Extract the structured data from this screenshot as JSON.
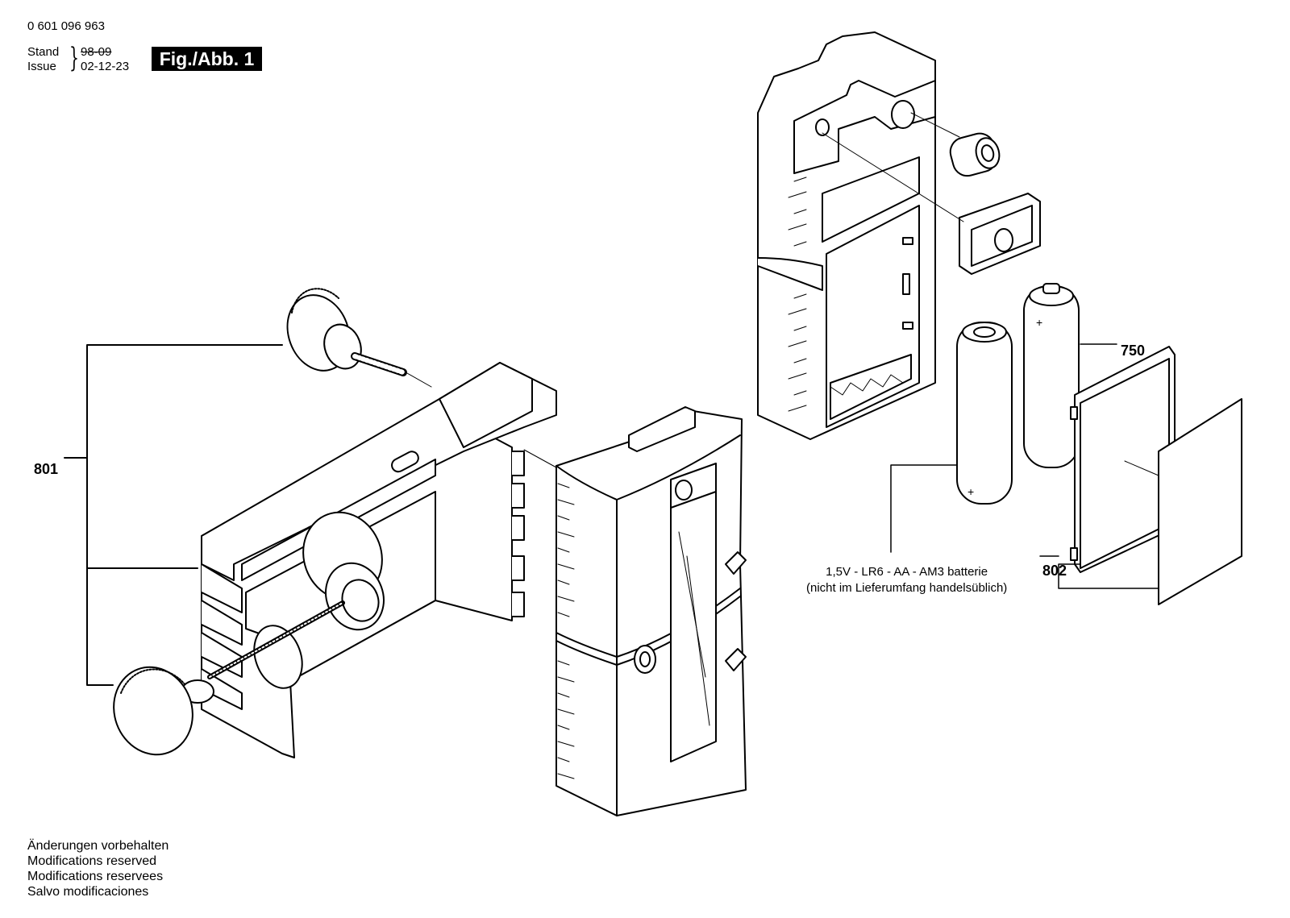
{
  "header": {
    "doc_number": "0 601 096 963",
    "stand_label": "Stand",
    "issue_label": "Issue",
    "old_date": "98-09",
    "issue_date": "02-12-23",
    "figure_label": "Fig./Abb. 1"
  },
  "parts": {
    "p801": "801",
    "p750": "750",
    "p802": "802"
  },
  "battery_note": {
    "line1": "1,5V - LR6 - AA - AM3 batterie",
    "line2": "(nicht im Lieferumfang handelsüblich)"
  },
  "footer": {
    "line1": "Änderungen vorbehalten",
    "line2": "Modifications reserved",
    "line3": "Modifications reservees",
    "line4": "Salvo modificaciones"
  },
  "colors": {
    "ink": "#000000",
    "paper": "#ffffff",
    "label_box": "#000000"
  }
}
